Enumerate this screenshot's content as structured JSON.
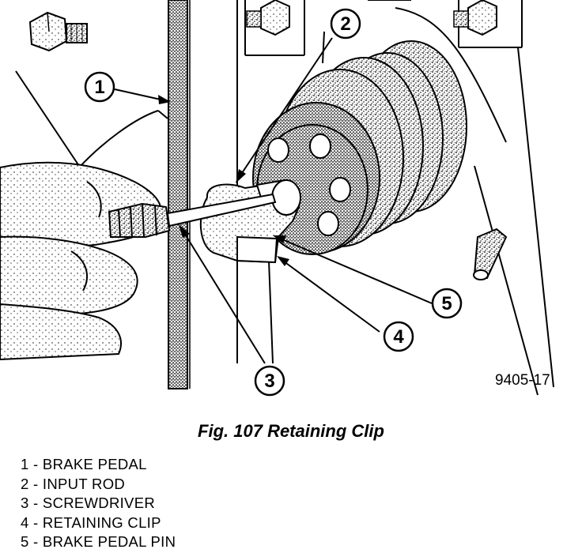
{
  "figure": {
    "code": "9405-17",
    "callouts": [
      {
        "number": "1",
        "name": "callout-1-brake-pedal"
      },
      {
        "number": "2",
        "name": "callout-2-input-rod"
      },
      {
        "number": "3",
        "name": "callout-3-screwdriver"
      },
      {
        "number": "4",
        "name": "callout-4-retaining-clip"
      },
      {
        "number": "5",
        "name": "callout-5-brake-pedal-pin"
      }
    ]
  },
  "caption": "Fig. 107 Retaining Clip",
  "legend": [
    "1 - BRAKE PEDAL",
    "2 - INPUT ROD",
    "3 - SCREWDRIVER",
    "4 - RETAINING CLIP",
    "5 - BRAKE PEDAL PIN"
  ]
}
